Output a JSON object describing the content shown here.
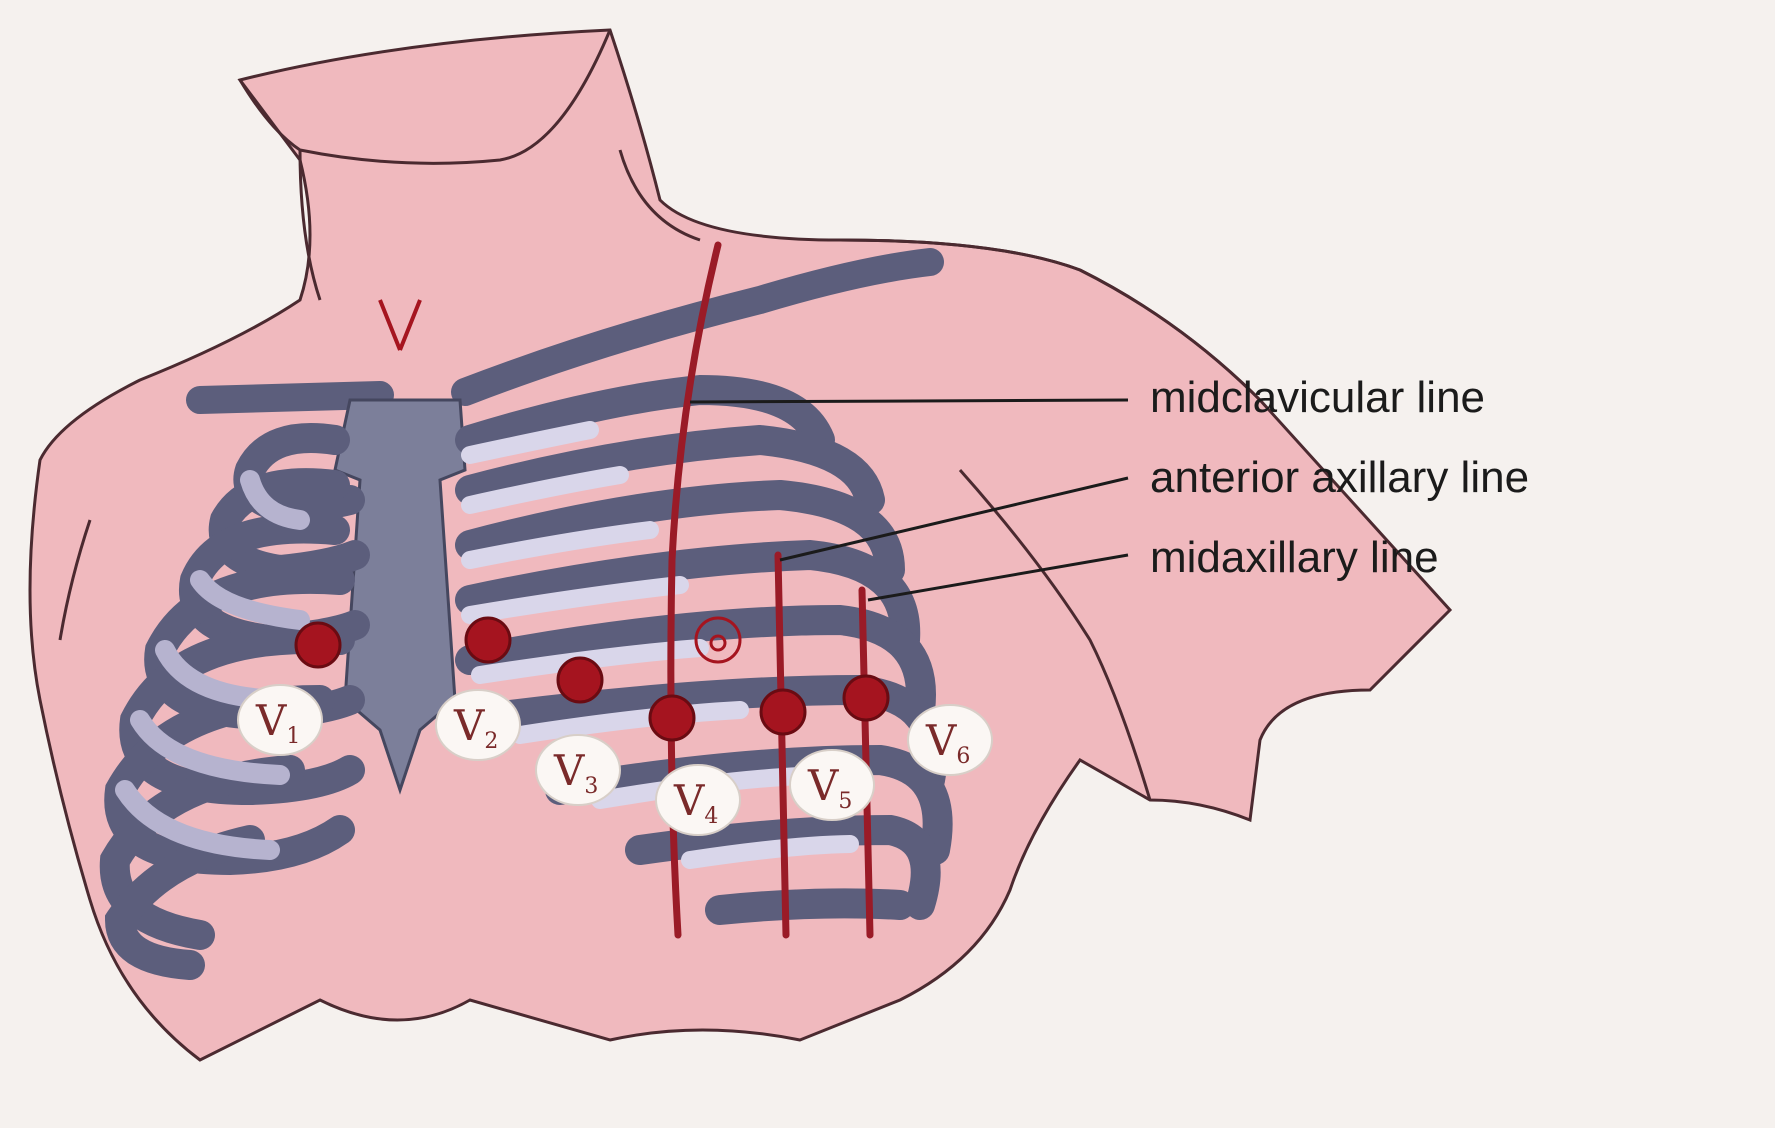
{
  "labels": {
    "midclavicular": "midclavicular line",
    "anterior_axillary": "anterior axillary line",
    "midaxillary": "midaxillary line"
  },
  "leads": [
    {
      "letter": "V",
      "sub": "1"
    },
    {
      "letter": "V",
      "sub": "2"
    },
    {
      "letter": "V",
      "sub": "3"
    },
    {
      "letter": "V",
      "sub": "4"
    },
    {
      "letter": "V",
      "sub": "5"
    },
    {
      "letter": "V",
      "sub": "6"
    }
  ],
  "colors": {
    "skin": "#f0b9be",
    "background": "#f5f1ee",
    "bone": "#5c5e7c",
    "electrode": "#a5141f",
    "reference_line": "#9a1b27"
  }
}
